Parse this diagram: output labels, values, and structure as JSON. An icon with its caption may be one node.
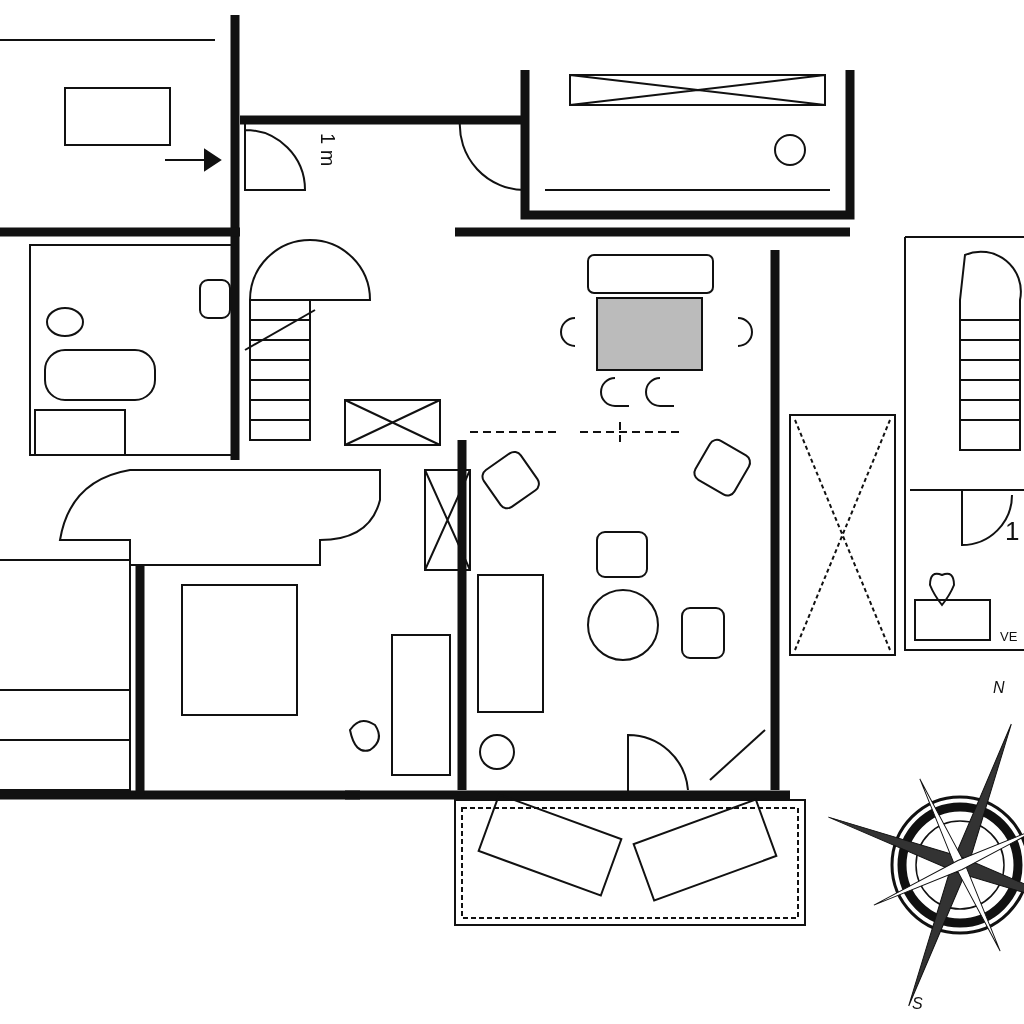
{
  "diagram": {
    "labels": [
      "1 m",
      "1",
      "VE",
      "N",
      "S"
    ]
  }
}
